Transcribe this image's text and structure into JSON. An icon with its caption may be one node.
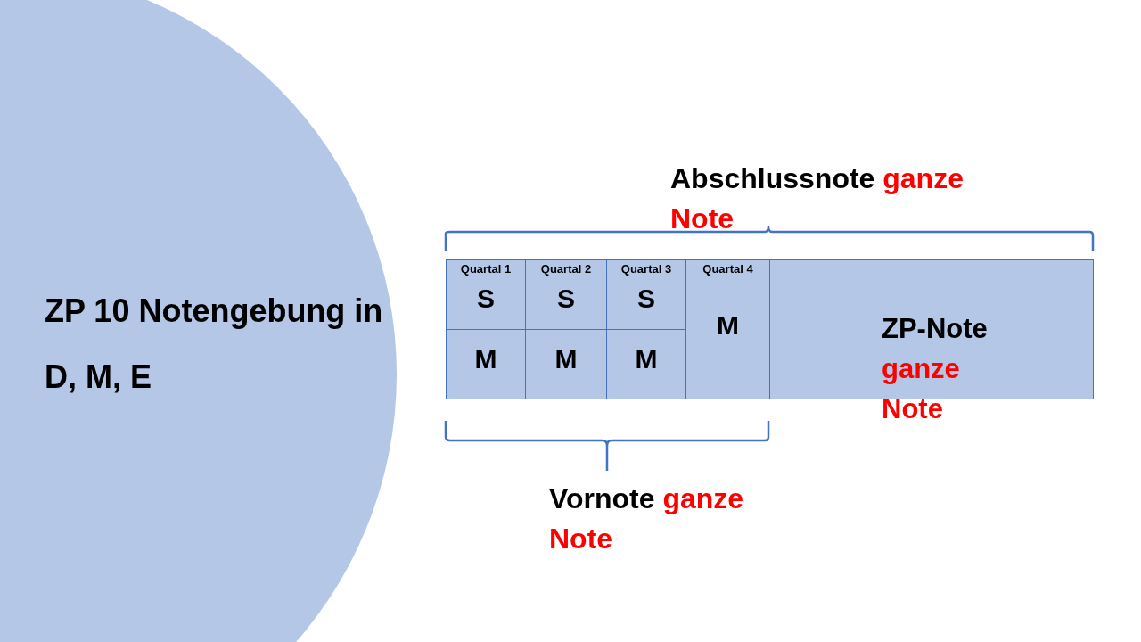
{
  "diagram": {
    "title": "ZP 10 Notengebung in D, M, E",
    "nodes": [
      {
        "text": [
          "Quartal 1",
          "S"
        ]
      },
      {
        "text": [
          "Quartal 2",
          "S"
        ]
      },
      {
        "text": [
          "Quartal 3",
          "S"
        ]
      },
      {
        "text": [
          "Quartal 4",
          "M"
        ]
      },
      {
        "text": [
          "ZP-Note",
          "ganze Note"
        ]
      },
      {
        "text": [
          "M"
        ]
      },
      {
        "text": [
          "M"
        ]
      },
      {
        "text": [
          "M"
        ]
      }
    ],
    "labels": [
      "Abschlussnote",
      "ganze Note",
      "Vornote",
      "ganze Note"
    ]
  }
}
